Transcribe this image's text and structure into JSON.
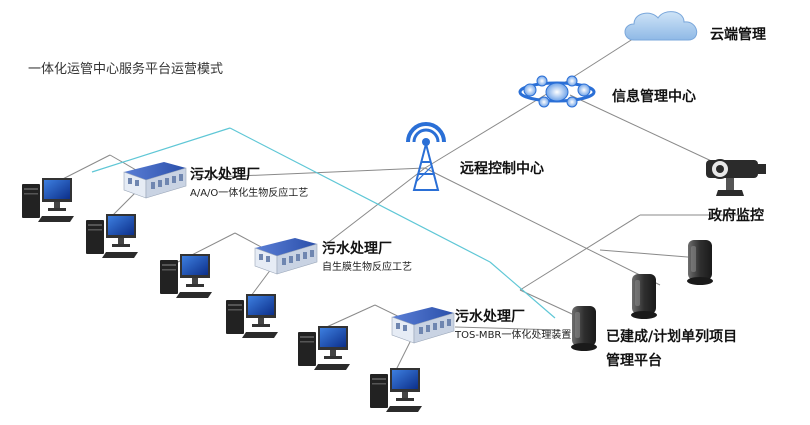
{
  "diagram": {
    "caption": "一体化运管中心服务平台运营模式",
    "cloud_label": "云端管理",
    "info_center_label": "信息管理中心",
    "remote_center_label": "远程控制中心",
    "gov_label": "政府监控",
    "platform_label_line1": "已建成/计划单列项目",
    "platform_label_line2": "管理平台",
    "plants": [
      {
        "title": "污水处理厂",
        "process": "A/A/O一体化生物反应工艺"
      },
      {
        "title": "污水处理厂",
        "process": "自生膜生物反应工艺"
      },
      {
        "title": "污水处理厂",
        "process": "TOS-MBR一体化处理装置"
      }
    ],
    "icons": {
      "cloud": "cloud-icon",
      "info_center": "satellite-hub-icon",
      "remote_center": "radio-tower-icon",
      "gov": "surveillance-camera-icon",
      "server": "server-tower-icon",
      "plant": "factory-building-icon",
      "workstation": "desktop-computer-icon"
    },
    "colors": {
      "line_gray": "#8a8a8a",
      "line_cyan": "#5fc7d6",
      "accent_blue": "#2a6fd6"
    }
  }
}
